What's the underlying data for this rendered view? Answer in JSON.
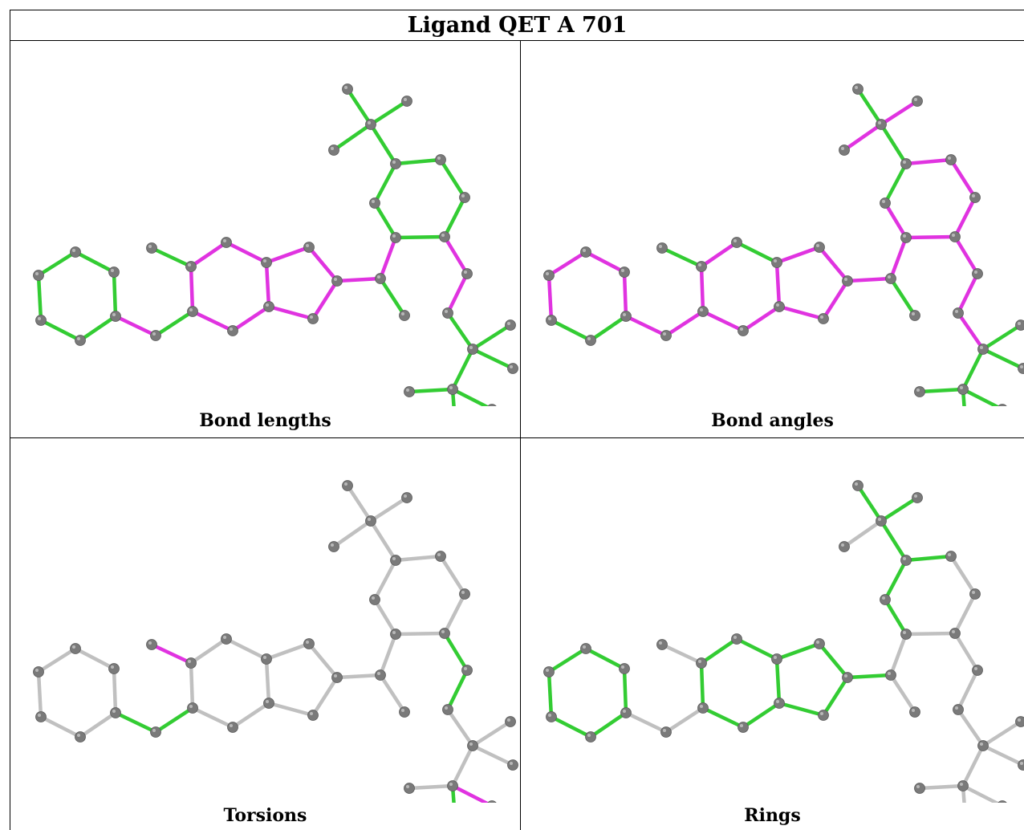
{
  "title": "Ligand QET A 701",
  "colors": {
    "green": "#33cc33",
    "magenta": "#e033e0",
    "gray": "#c0c0c0",
    "atom": "#7a7a7a"
  },
  "panels": [
    {
      "caption": "Bond lengths",
      "bond_colors": [
        "g",
        "g",
        "g",
        "g",
        "g",
        "g",
        "m",
        "g",
        "g",
        "m",
        "m",
        "m",
        "m",
        "m",
        "m",
        "m",
        "m",
        "m",
        "m",
        "m",
        "g",
        "m",
        "g",
        "g",
        "g",
        "g",
        "g",
        "g",
        "g",
        "g",
        "g",
        "g",
        "m",
        "m",
        "g",
        "g",
        "g",
        "g",
        "g",
        "g",
        "g",
        "g",
        "g",
        "g",
        "g",
        "x",
        "g",
        "g",
        "g"
      ]
    },
    {
      "caption": "Bond angles",
      "bond_colors": [
        "m",
        "m",
        "g",
        "g",
        "m",
        "m",
        "m",
        "m",
        "g",
        "m",
        "g",
        "m",
        "m",
        "m",
        "m",
        "m",
        "m",
        "m",
        "m",
        "m",
        "g",
        "m",
        "m",
        "m",
        "m",
        "m",
        "g",
        "m",
        "g",
        "g",
        "m",
        "m",
        "m",
        "m",
        "m",
        "g",
        "g",
        "g",
        "g",
        "g",
        "g",
        "g",
        "g",
        "g",
        "g",
        "g",
        "g",
        "g",
        "g"
      ]
    },
    {
      "caption": "Torsions",
      "bond_colors": [
        "x",
        "x",
        "x",
        "x",
        "x",
        "x",
        "g",
        "g",
        "m",
        "x",
        "x",
        "x",
        "x",
        "x",
        "x",
        "x",
        "x",
        "x",
        "x",
        "x",
        "x",
        "x",
        "x",
        "x",
        "x",
        "x",
        "x",
        "x",
        "x",
        "x",
        "x",
        "x",
        "g",
        "g",
        "x",
        "x",
        "x",
        "x",
        "x",
        "m",
        "g",
        "g",
        "g",
        "g",
        "x",
        "g",
        "x",
        "x",
        "x"
      ]
    },
    {
      "caption": "Rings",
      "bond_colors": [
        "g",
        "g",
        "g",
        "g",
        "g",
        "g",
        "x",
        "x",
        "x",
        "g",
        "g",
        "g",
        "g",
        "g",
        "g",
        "g",
        "g",
        "g",
        "g",
        "g",
        "x",
        "x",
        "x",
        "x",
        "x",
        "g",
        "g",
        "g",
        "g",
        "g",
        "g",
        "x",
        "x",
        "x",
        "x",
        "x",
        "x",
        "x",
        "x",
        "x",
        "x",
        "x",
        "x",
        "x",
        "x",
        "x",
        "x",
        "x",
        "x"
      ]
    }
  ]
}
